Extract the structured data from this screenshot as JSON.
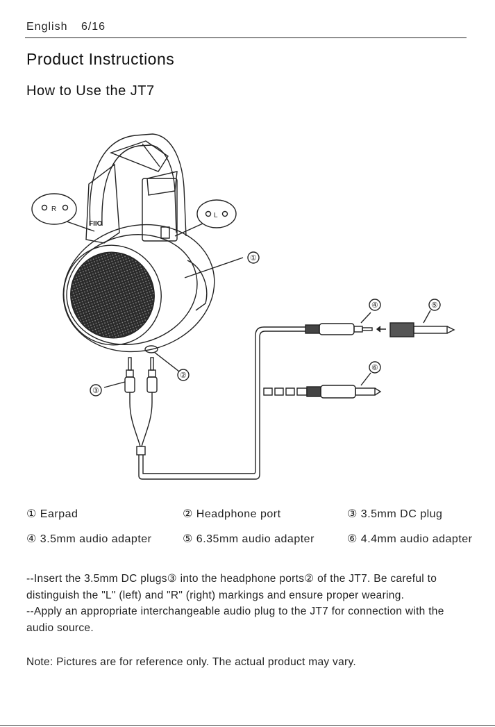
{
  "header": {
    "language": "English",
    "page": "6/16"
  },
  "title": "Product Instructions",
  "subtitle": "How to Use the JT7",
  "figure": {
    "brand_mark": "FIIO",
    "left_marker": "R",
    "right_marker": "L",
    "callouts": [
      "①",
      "②",
      "③",
      "④",
      "⑤",
      "⑥"
    ]
  },
  "legend": [
    {
      "num": "①",
      "label": "Earpad"
    },
    {
      "num": "②",
      "label": "Headphone port"
    },
    {
      "num": "③",
      "label": "3.5mm DC plug"
    },
    {
      "num": "④",
      "label": "3.5mm audio adapter"
    },
    {
      "num": "⑤",
      "label": "6.35mm audio adapter"
    },
    {
      "num": "⑥",
      "label": "4.4mm audio adapter"
    }
  ],
  "instructions": [
    "--Insert the 3.5mm DC plugs③ into the headphone ports② of the JT7. Be careful to distinguish the \"L\" (left) and \"R\" (right) markings and ensure proper wearing.",
    "--Apply an appropriate interchangeable audio plug to the JT7 for connection with the audio source."
  ],
  "note": "Note: Pictures are for reference only. The actual product may vary."
}
